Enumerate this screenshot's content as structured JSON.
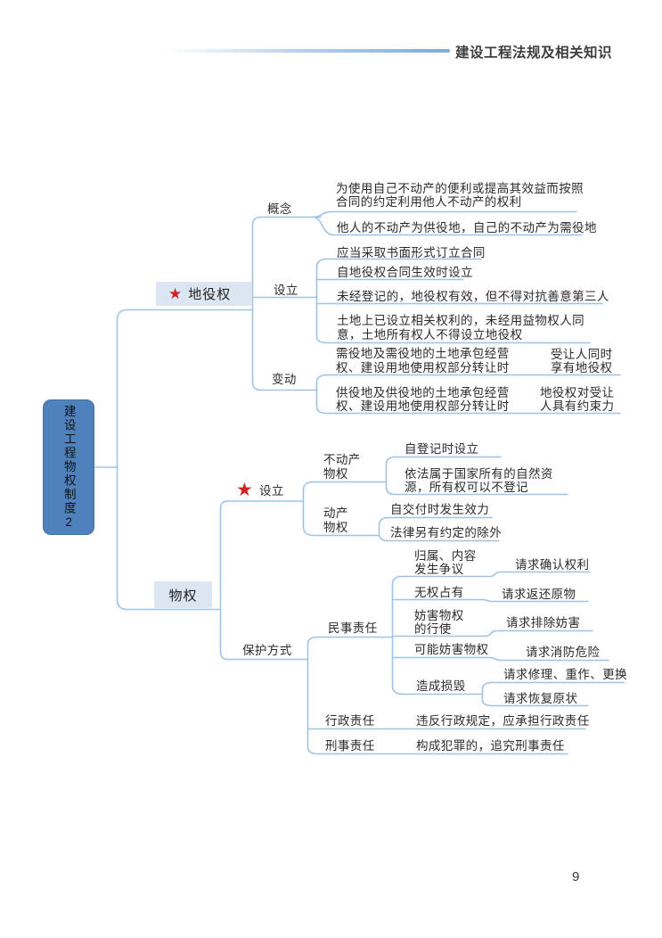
{
  "header": {
    "title": "建设工程法规及相关知识"
  },
  "page": {
    "number": "9"
  },
  "icons": {
    "star": "★"
  },
  "colors": {
    "line": "#9dc3e6",
    "root_fill": "#4f81bd",
    "topic_fill": "#dbe6f2",
    "star": "#d02424"
  },
  "root": {
    "title": "建设工程物权制度2"
  },
  "servitude": {
    "title": "地役权",
    "concept": {
      "label": "概念",
      "items": [
        "为使用自己不动产的便利或提高其效益而按照\n合同的约定利用他人不动产的权利",
        "他人的不动产为供役地，自己的不动产为需役地"
      ]
    },
    "establish": {
      "label": "设立",
      "items": [
        "应当采取书面形式订立合同",
        "自地役权合同生效时设立",
        "未经登记的，地役权有效，但不得对抗善意第三人",
        "土地上已设立相关权利的，未经用益物权人同\n意，土地所有权人不得设立地役权"
      ]
    },
    "change": {
      "label": "变动",
      "items": [
        {
          "condition": "需役地及需役地的土地承包经营\n权、建设用地使用权部分转让时",
          "result": "受让人同时\n享有地役权"
        },
        {
          "condition": "供役地及供役地的土地承包经营\n权、建设用地使用权部分转让时",
          "result": "地役权对受让\n人具有约束力"
        }
      ]
    }
  },
  "property": {
    "title": "物权",
    "establish": {
      "label": "设立",
      "immovable": {
        "label": "不动产\n物权",
        "items": [
          "自登记时设立",
          "依法属于国家所有的自然资\n源，所有权可以不登记"
        ]
      },
      "movable": {
        "label": "动产\n物权",
        "items": [
          "自交付时发生效力",
          "法律另有约定的除外"
        ]
      }
    },
    "protection": {
      "label": "保护方式",
      "civil": {
        "label": "民事责任",
        "cases": [
          {
            "situation": "归属、内容\n发生争议",
            "remedy": "请求确认权利"
          },
          {
            "situation": "无权占有",
            "remedy": "请求返还原物"
          },
          {
            "situation": "妨害物权\n的行使",
            "remedy": "请求排除妨害"
          },
          {
            "situation": "可能妨害物权",
            "remedy": "请求消防危险"
          },
          {
            "situation": "造成损毁",
            "remedies": [
              "请求修理、重作、更换",
              "请求恢复原状"
            ]
          }
        ]
      },
      "administrative": {
        "label": "行政责任",
        "item": "违反行政规定，应承担行政责任"
      },
      "criminal": {
        "label": "刑事责任",
        "item": "构成犯罪的，追究刑事责任"
      }
    }
  }
}
